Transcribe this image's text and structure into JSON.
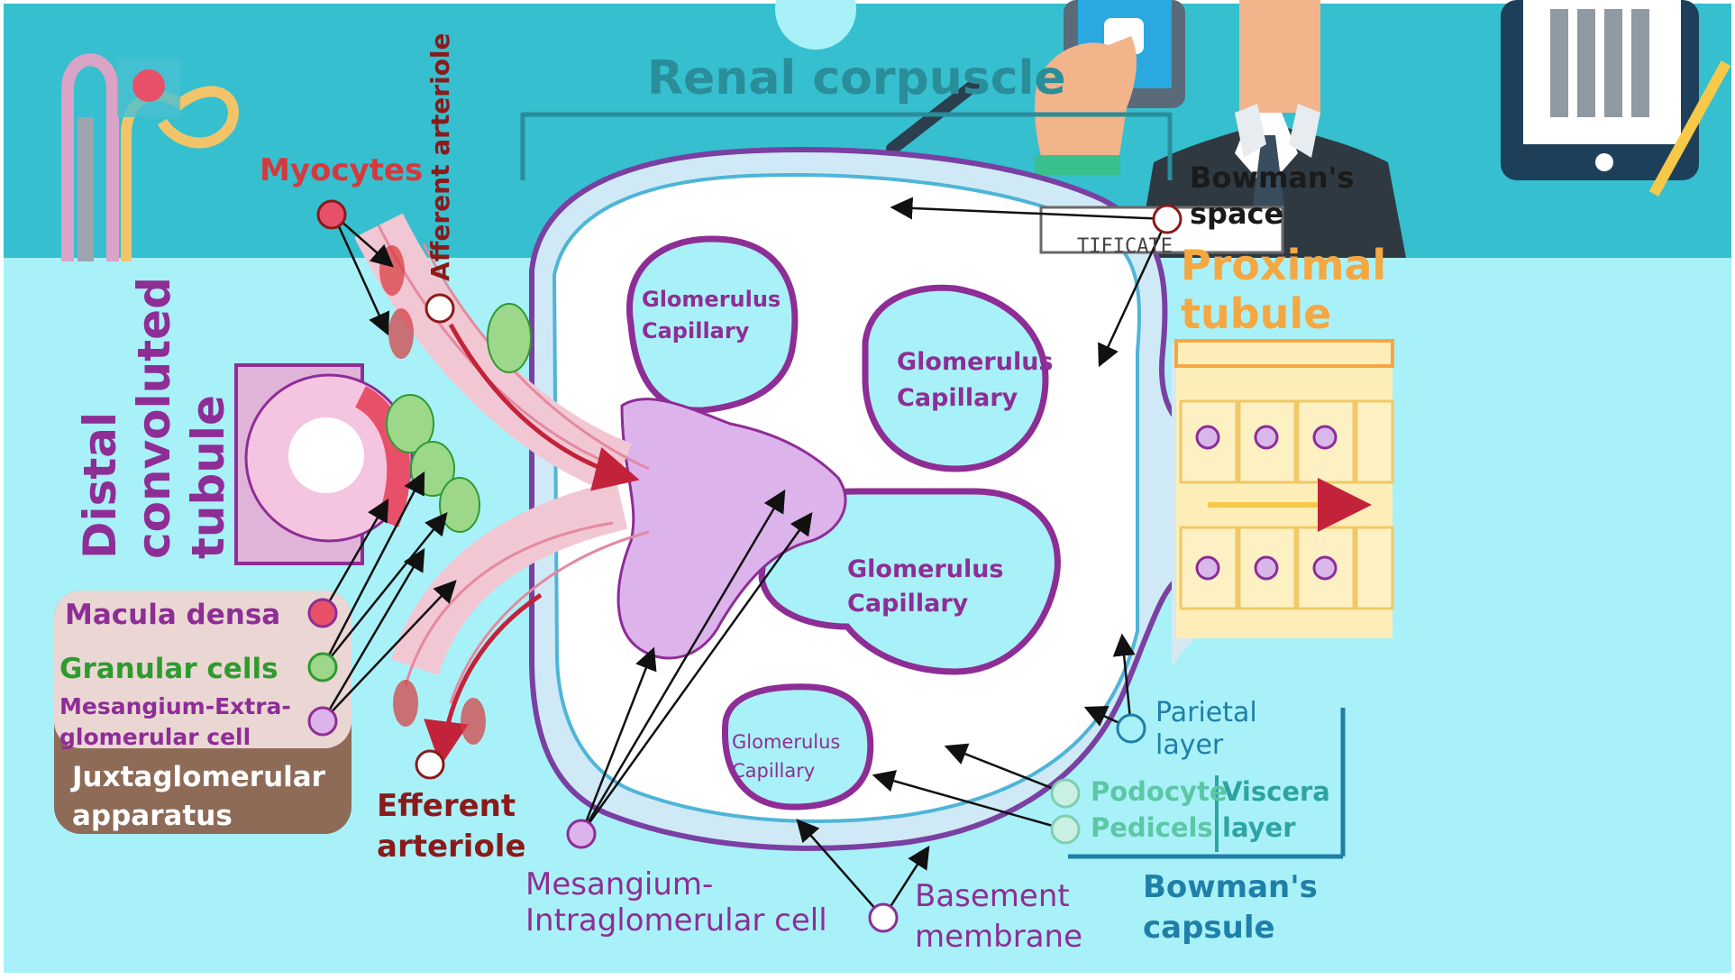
{
  "labels": {
    "renal_corpuscle": "Renal corpuscle",
    "bowmans_space_1": "Bowman's",
    "bowmans_space_2": "space",
    "certificate": "TIFICATE",
    "proximal_tubule_1": "Proximal",
    "proximal_tubule_2": "tubule",
    "myocytes": "Myocytes",
    "afferent_arteriole": "Afferent arteriole",
    "distal_1": "Distal",
    "distal_2": "convoluted",
    "distal_3": "tubule",
    "glomerulus_capillary_line1": "Glomerulus",
    "glomerulus_capillary_line2": "Capillary",
    "macula_densa": "Macula densa",
    "granular_cells": "Granular cells",
    "mesangium_extra_1": "Mesangium-Extra-",
    "mesangium_extra_2": "glomerular cell",
    "juxtaglomerular_1": "Juxtaglomerular",
    "juxtaglomerular_2": "apparatus",
    "efferent_1": "Efferent",
    "efferent_2": "arteriole",
    "mesangium_intra_1": "Mesangium-",
    "mesangium_intra_2": "Intraglomerular cell",
    "basement_1": "Basement",
    "basement_2": "membrane",
    "parietal_1": "Parietal",
    "parietal_2": "layer",
    "podocyte": "Podocyte",
    "pedicels": "Pedicels",
    "visceral_1": "Viscera",
    "visceral_2": "layer",
    "bowmans_capsule_1": "Bowman's",
    "bowmans_capsule_2": "capsule"
  },
  "colors": {
    "top_band": "#36bfcf",
    "lower_bg": "#a9f1f8",
    "title_teal": "#2a8d9a",
    "dark_red": "#8b1a1a",
    "myocyte_red": "#d6393c",
    "purple": "#8e2d96",
    "green": "#2e9b2e",
    "blue_label": "#1e7fa8",
    "orange": "#f5a742",
    "brown": "#8a6a55"
  }
}
